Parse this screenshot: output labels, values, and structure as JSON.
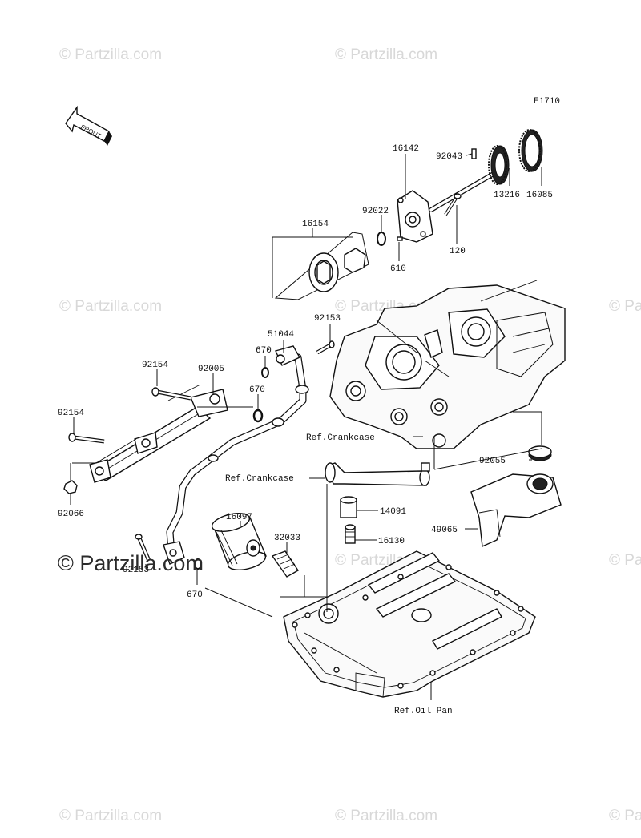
{
  "diagram_code": "E1710",
  "front_label": "FRONT",
  "watermark": {
    "small": "© Partzilla.com",
    "large": "© Partzilla.com"
  },
  "parts": {
    "p92043": "92043",
    "p16142": "16142",
    "p13216": "13216",
    "p16085": "16085",
    "p92022": "92022",
    "p16154": "16154",
    "p120": "120",
    "p610": "610",
    "p92153a": "92153",
    "p51044": "51044",
    "p670a": "670",
    "p670b": "670",
    "p92154a": "92154",
    "p92005": "92005",
    "p92154b": "92154",
    "p92066": "92066",
    "p92055": "92055",
    "p14091": "14091",
    "p49065": "49065",
    "p16130": "16130",
    "p16097": "16097",
    "p32033": "32033",
    "p92153b": "92153",
    "p670c": "670"
  },
  "refs": {
    "crankcase1": "Ref.Crankcase",
    "crankcase2": "Ref.Crankcase",
    "oil_pan": "Ref.Oil Pan"
  }
}
